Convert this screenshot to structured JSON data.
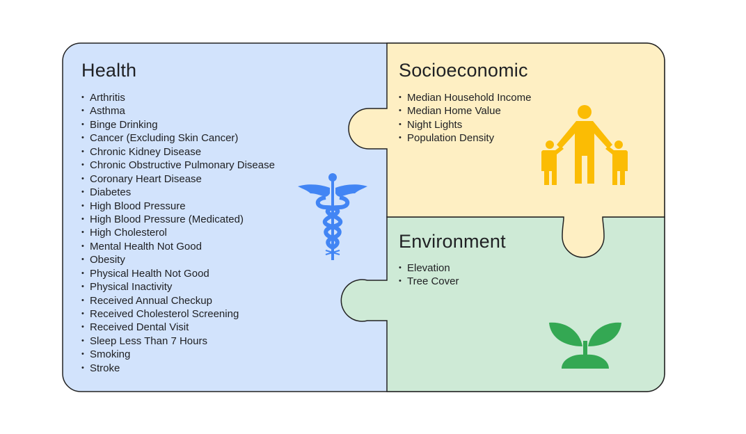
{
  "colors": {
    "health_bg": "#d2e3fc",
    "socio_bg": "#feefc3",
    "env_bg": "#ceead6",
    "health_icon": "#4285f4",
    "socio_icon": "#fbbc04",
    "env_icon": "#34a853"
  },
  "health": {
    "title": "Health",
    "icon": "caduceus-icon",
    "items": [
      "Arthritis",
      "Asthma",
      "Binge Drinking",
      "Cancer (Excluding Skin Cancer)",
      "Chronic Kidney Disease",
      "Chronic Obstructive Pulmonary Disease",
      "Coronary Heart Disease",
      "Diabetes",
      "High Blood Pressure",
      "High Blood Pressure (Medicated)",
      "High Cholesterol",
      "Mental Health Not Good",
      "Obesity",
      "Physical Health Not Good",
      "Physical Inactivity",
      "Received Annual Checkup",
      "Received Cholesterol Screening",
      "Received Dental Visit",
      "Sleep Less Than 7 Hours",
      "Smoking",
      "Stroke"
    ]
  },
  "socioeconomic": {
    "title": "Socioeconomic",
    "icon": "family-icon",
    "items": [
      "Median Household Income",
      "Median Home Value",
      "Night Lights",
      "Population Density"
    ]
  },
  "environment": {
    "title": "Environment",
    "icon": "sprout-icon",
    "items": [
      "Elevation",
      "Tree Cover"
    ]
  }
}
